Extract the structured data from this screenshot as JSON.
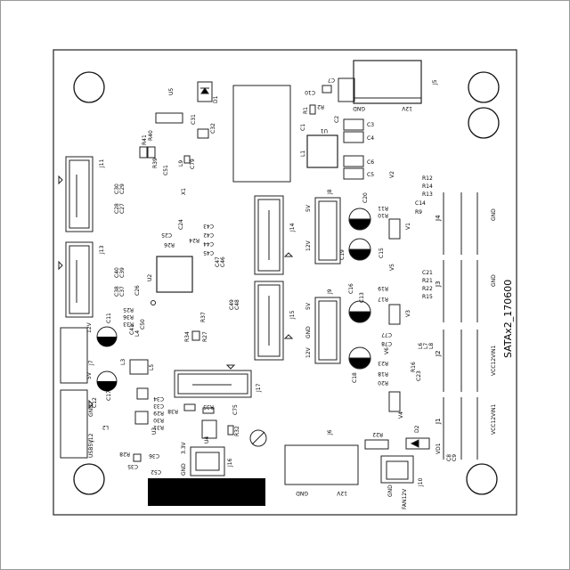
{
  "board": {
    "title": "SATAx2_170600"
  },
  "refs": {
    "U5": "U5",
    "D1": "D1",
    "C10": "C10",
    "C7": "C7",
    "J5": "J5",
    "R1": "R1",
    "R2": "R2",
    "U1": "U1",
    "C1": "C1",
    "C2": "C2",
    "C3": "C3",
    "C4": "C4",
    "C5": "C5",
    "C6": "C6",
    "L1": "L1",
    "C31": "C31",
    "C32": "C32",
    "R41": "R41",
    "R40": "R40",
    "R39": "R39",
    "C51": "C51",
    "L9": "L9",
    "C79": "C79",
    "X1": "X1",
    "J11": "J11",
    "C30": "C30",
    "C29": "C29",
    "C28": "C28",
    "C27": "C27",
    "J13": "J13",
    "C40": "C40",
    "C39": "C39",
    "C38": "C38",
    "C37": "C37",
    "C26": "C26",
    "C25": "C25",
    "C24": "C24",
    "R26": "R26",
    "R24": "R24",
    "C43": "C43",
    "C42": "C42",
    "C44": "C44",
    "C45": "C45",
    "U2": "U2",
    "C47": "C47",
    "C46": "C46",
    "C49": "C49",
    "C48": "C48",
    "C11": "C11",
    "C41": "C41",
    "C50": "C50",
    "L4": "L4",
    "R25": "R25",
    "R36": "R36",
    "R33": "R33",
    "R37": "R37",
    "R34": "R34",
    "R27": "R27",
    "J7": "J7",
    "L3": "L3",
    "L5": "L5",
    "C12": "C12",
    "C17": "C17",
    "C34": "C34",
    "C33": "C33",
    "R38": "R38",
    "R29": "R29",
    "R30": "R30",
    "R31": "R31",
    "R35": "R35",
    "C75": "C75",
    "L2": "L2",
    "U3": "U3",
    "U4": "U4",
    "R32": "R32",
    "R28": "R28",
    "C35": "C35",
    "C36": "C36",
    "C52": "C52",
    "J12": "J12",
    "J16": "J16",
    "J17": "J17",
    "J8": "J8",
    "J14": "J14",
    "C20": "C20",
    "C19": "C19",
    "C15": "C15",
    "J9": "J9",
    "J15": "J15",
    "C16": "C16",
    "C13": "C13",
    "C18": "C18",
    "V2": "V2",
    "R12": "R12",
    "R14": "R14",
    "R13": "R13",
    "R11": "R11",
    "R10": "R10",
    "C14": "C14",
    "R9": "R9",
    "V1": "V1",
    "J4": "J4",
    "V5": "V5",
    "C21": "C21",
    "R21": "R21",
    "R22": "R22",
    "R19": "R19",
    "R17": "R17",
    "R15": "R15",
    "C22": "C22",
    "J3": "J3",
    "V3": "V3",
    "C77": "C77",
    "C78": "C78",
    "V6": "V6",
    "L6": "L6",
    "L7": "L7",
    "L8": "L8",
    "R23": "R23",
    "R18": "R18",
    "R20": "R20",
    "R16": "R16",
    "C23": "C23",
    "J2": "J2",
    "V4": "V4",
    "J1": "J1",
    "R22b": "R22",
    "D2": "D2",
    "VD1": "VD1",
    "C8": "C8",
    "C9": "C9",
    "J6": "J6",
    "J10": "J10"
  },
  "nets": {
    "gnd": "GND",
    "v12": "12V",
    "v5": "5V",
    "v33": "3.3V",
    "usb5v": "USB5V",
    "fan12v": "FAN12V",
    "vcc12vin1": "VCC12VIN1"
  }
}
